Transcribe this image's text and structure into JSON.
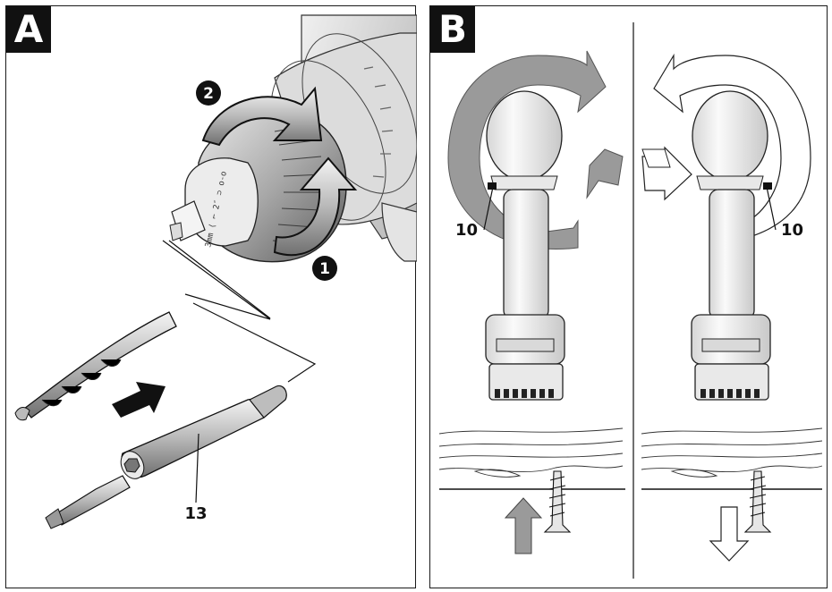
{
  "panel_a": {
    "tag": "A",
    "step_1": "1",
    "step_2": "2",
    "part_label": "13",
    "chuck_marking": "3mm ⟨ ⌐ 2″ ⊃ o-o"
  },
  "panel_b": {
    "tag": "B",
    "left_label": "10",
    "right_label": "10"
  },
  "colors": {
    "black": "#111111",
    "arrow_gray": "#9a9a9a",
    "body_light": "#f2f2f2",
    "body_mid": "#d0d0d0"
  }
}
